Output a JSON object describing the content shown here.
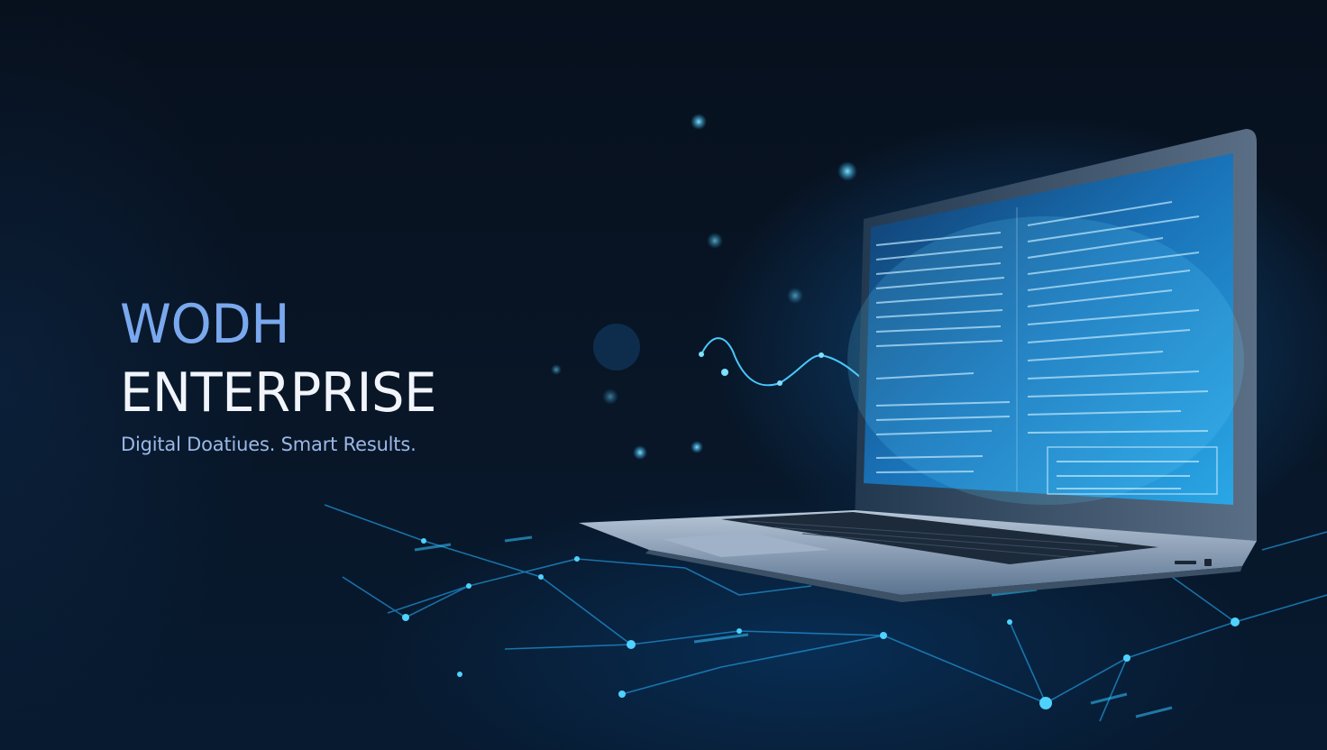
{
  "brand": {
    "line1": "WODH",
    "line2": "ENTERPRISE",
    "tagline": "Digital Doatiues. Smart Results."
  },
  "colors": {
    "background": "#050b16",
    "brand_line1": "#7aa8ee",
    "brand_line2": "#f1f5fb",
    "tagline": "#9bb8e6",
    "glow": "#3fc4ff"
  }
}
